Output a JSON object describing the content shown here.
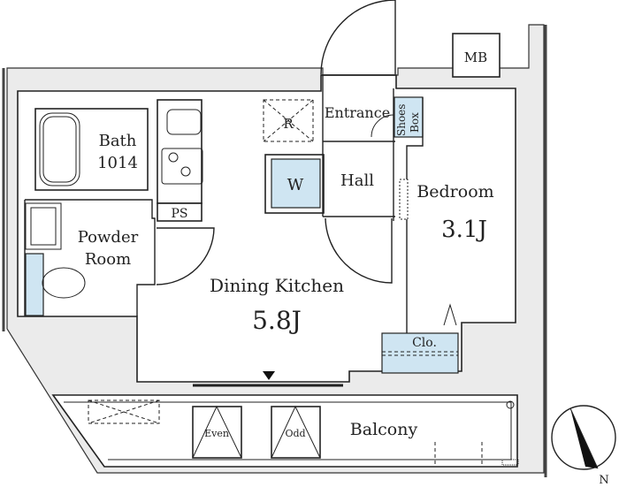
{
  "rooms": {
    "bath": {
      "label": "Bath",
      "size": "1014"
    },
    "powder_room": {
      "line1": "Powder",
      "line2": "Room"
    },
    "dining_kitchen": {
      "label": "Dining Kitchen",
      "size": "5.8J"
    },
    "entrance": {
      "label": "Entrance"
    },
    "shoes_box": {
      "line1": "Shoes",
      "line2": "Box"
    },
    "hall": {
      "label": "Hall"
    },
    "bedroom": {
      "label": "Bedroom",
      "size": "3.1J"
    },
    "closet": {
      "label": "Clo."
    },
    "balcony": {
      "label": "Balcony"
    },
    "mb": {
      "label": "MB"
    },
    "ps": {
      "label": "PS"
    },
    "refrigerator": {
      "label": "R"
    },
    "washer": {
      "label": "W"
    },
    "even_unit": {
      "label": "Even"
    },
    "odd_unit": {
      "label": "Odd"
    }
  },
  "compass": {
    "label": "N"
  },
  "colors": {
    "wall_fill": "#ebebeb",
    "fixture_blue": "#cfe5f2",
    "line": "#222222"
  }
}
